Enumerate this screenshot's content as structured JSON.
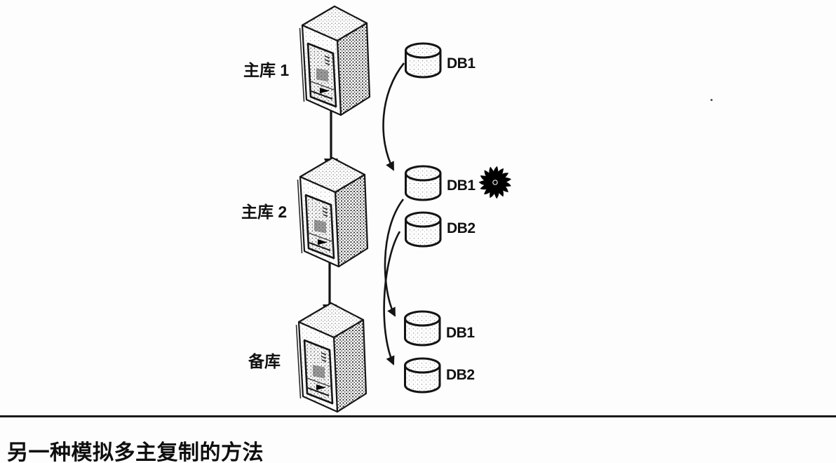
{
  "caption": {
    "title": "另一种模拟多主复制的方法"
  },
  "diagram": {
    "servers": [
      {
        "label": "主库 1",
        "role": "master"
      },
      {
        "label": "主库 2",
        "role": "master"
      },
      {
        "label": "备库",
        "role": "standby"
      }
    ],
    "databases": [
      {
        "label": "DB1",
        "server": 0
      },
      {
        "label": "DB1",
        "server": 1,
        "icon": "blackhole-swirl-icon"
      },
      {
        "label": "DB2",
        "server": 1
      },
      {
        "label": "DB1",
        "server": 2
      },
      {
        "label": "DB2",
        "server": 2
      }
    ],
    "arrows": {
      "server_chain": [
        "主库 1 → 主库 2",
        "主库 2 → 备库"
      ],
      "database_replication": [
        "DB1(主库 1) → DB1(主库 2)",
        "DB1(主库 2) → DB1(备库)",
        "DB2(主库 2) → DB2(备库)"
      ]
    }
  },
  "colors": {
    "ink": "#141414",
    "paper": "#fdfdfd"
  }
}
